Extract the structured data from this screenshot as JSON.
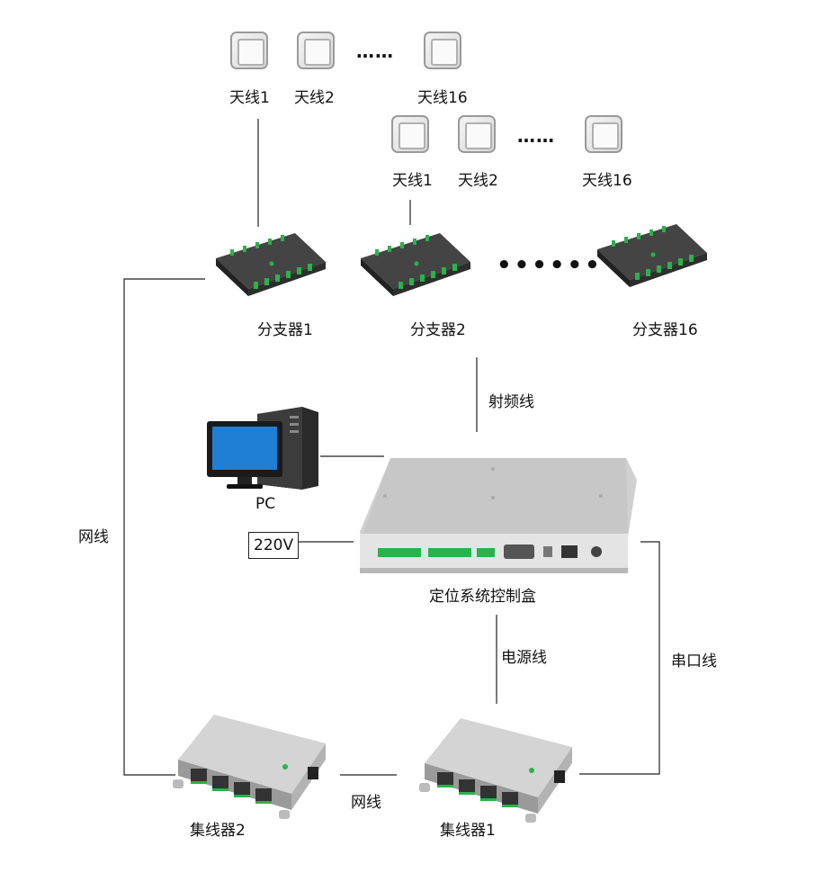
{
  "antennas_row1": {
    "a1": "天线1",
    "a2": "天线2",
    "a16": "天线16",
    "dots": "……"
  },
  "antennas_row2": {
    "a1": "天线1",
    "a2": "天线2",
    "a16": "天线16",
    "dots": "……"
  },
  "splitters": {
    "s1": "分支器1",
    "s2": "分支器2",
    "s16": "分支器16",
    "dots": "••••••"
  },
  "links": {
    "rf_cable": "射频线",
    "network_left": "网线",
    "network_bottom": "网线",
    "power_cable": "电源线",
    "serial_cable": "串口线"
  },
  "pc": {
    "label": "PC"
  },
  "power": {
    "label": "220V"
  },
  "controller": {
    "label": "定位系统控制盒"
  },
  "hubs": {
    "h1": "集线器1",
    "h2": "集线器2"
  },
  "colors": {
    "line": "#222222",
    "device_dark": "#3a3a3a",
    "port_green": "#2ab24b",
    "metal": "#c9c9c9",
    "monitor_blue": "#1f7fd4"
  }
}
